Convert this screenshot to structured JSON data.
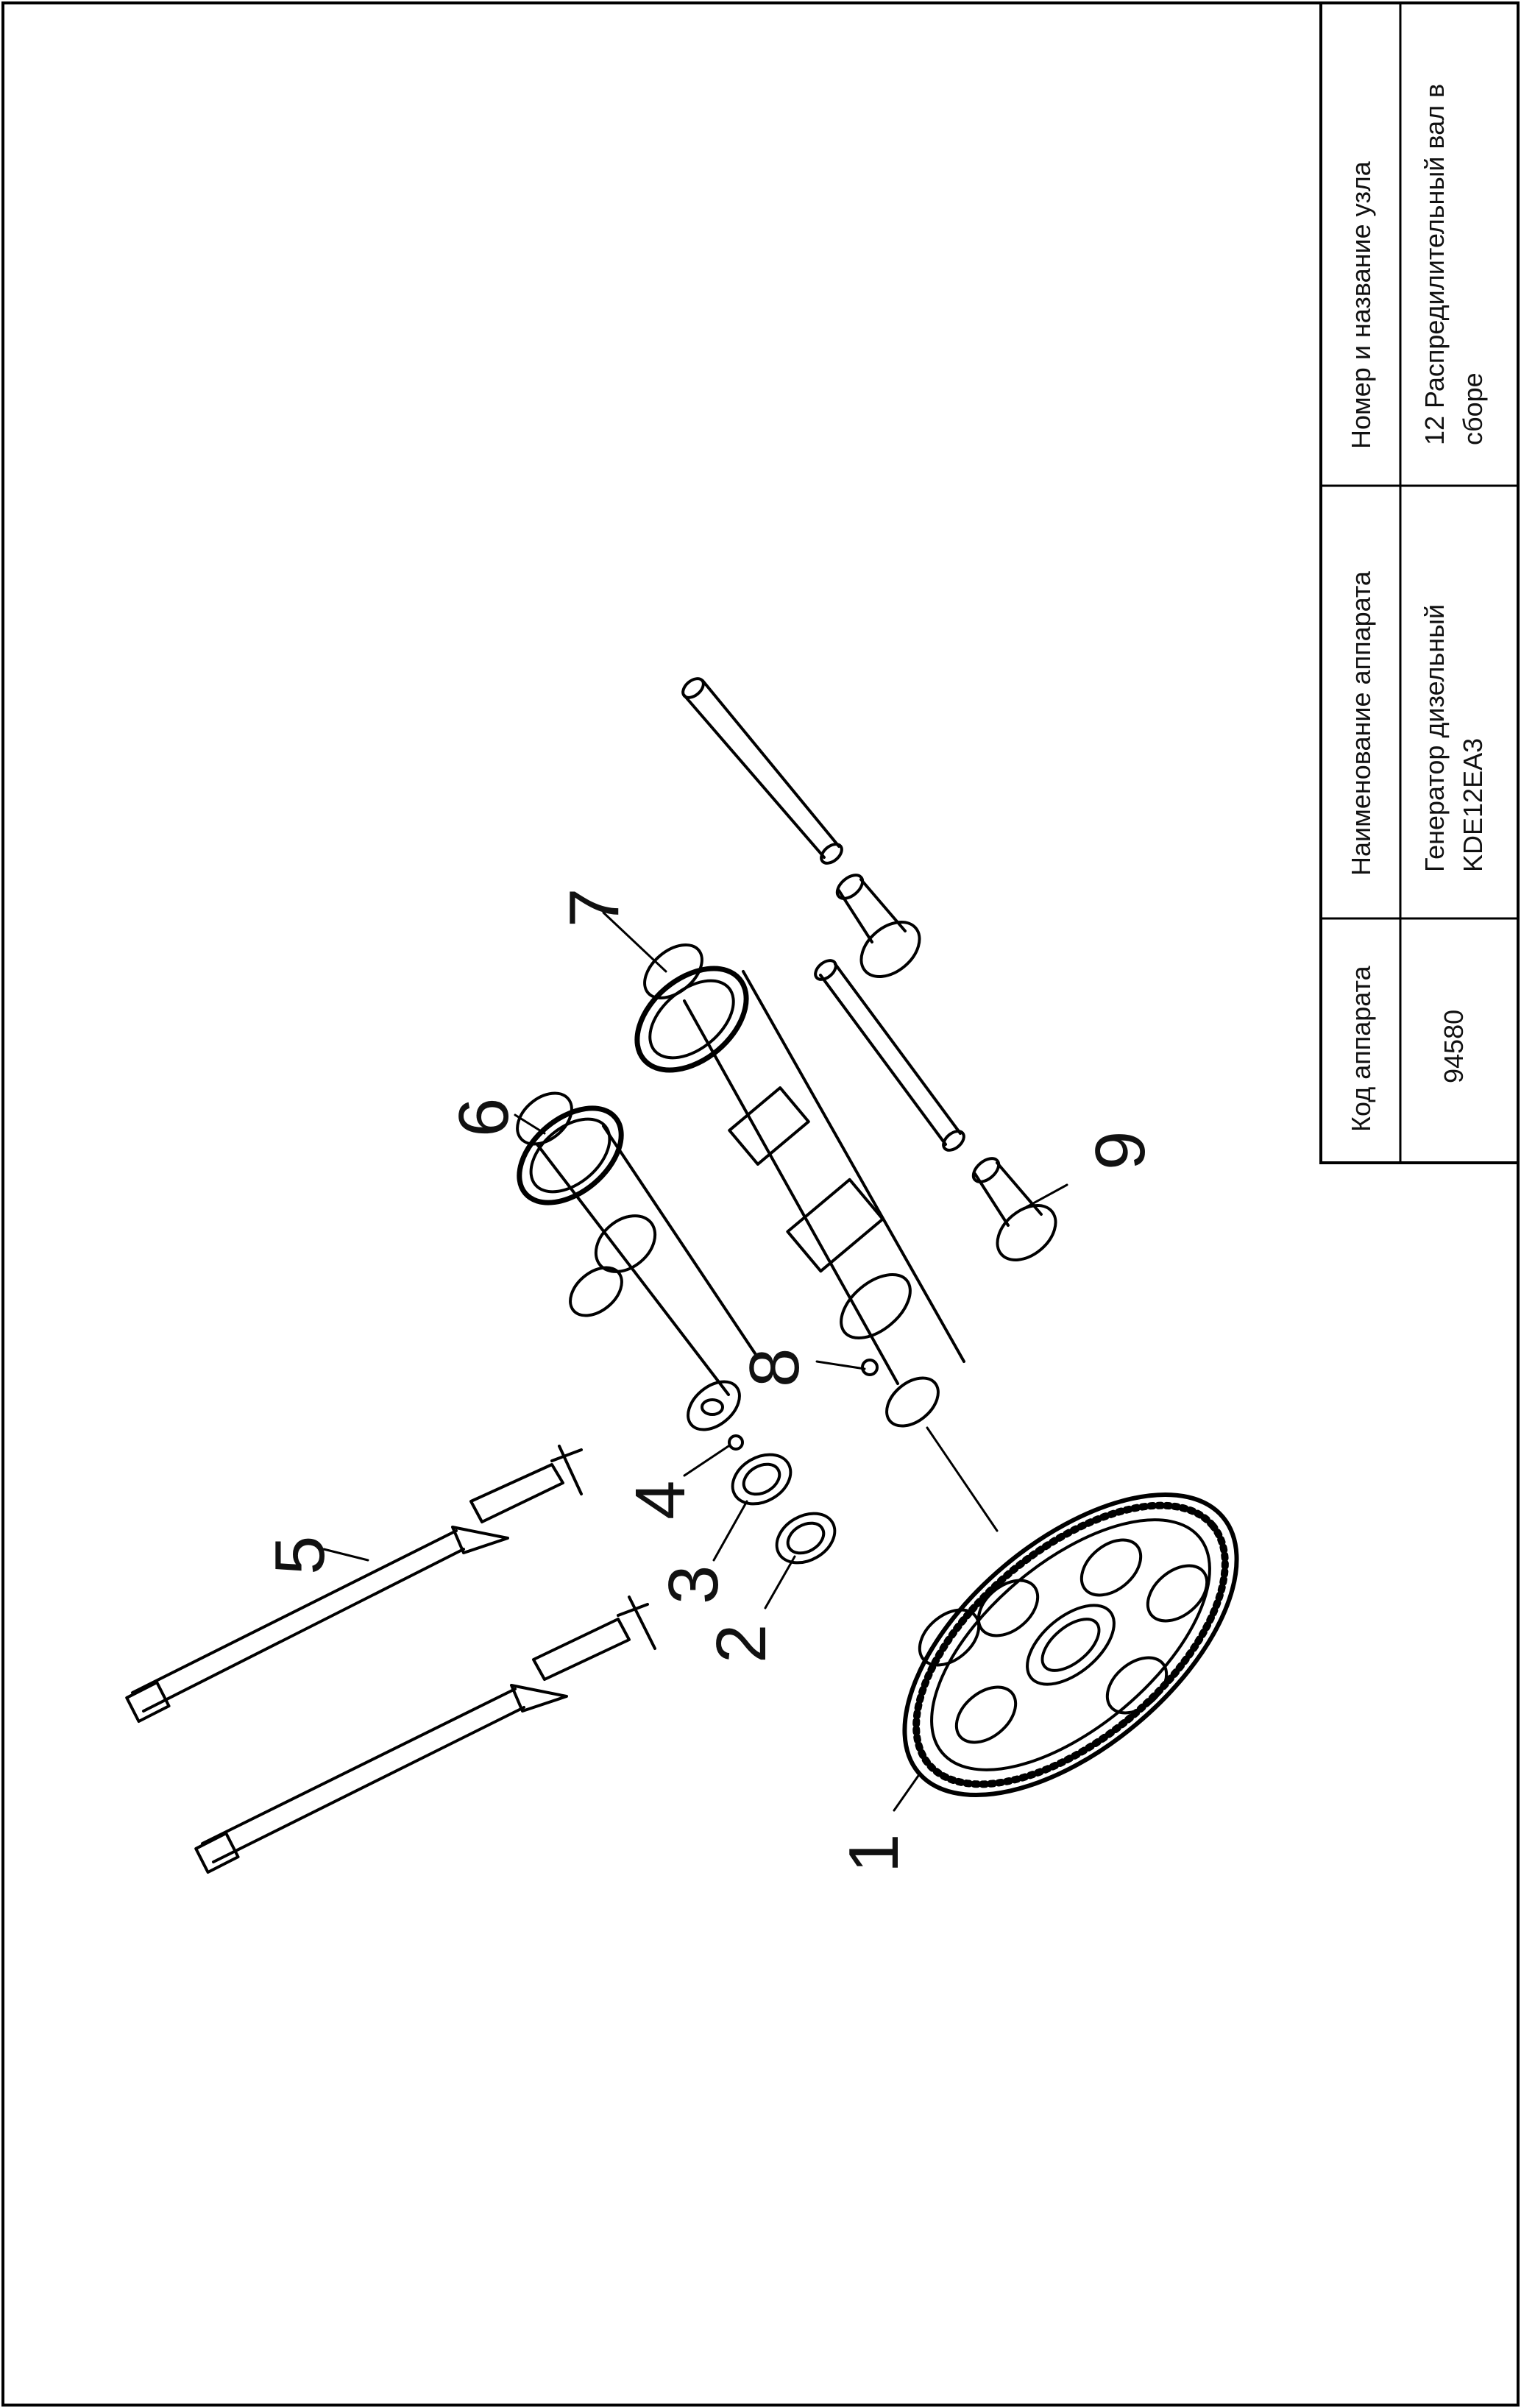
{
  "title_block": {
    "col_code": {
      "header": "Код аппарата",
      "value": "94580"
    },
    "col_name": {
      "header": "Наименование аппарата",
      "value_line1": "Генератор дизельный",
      "value_line2": "KDE12EA3"
    },
    "col_unit": {
      "header": "Номер и название узла",
      "value_line1": "12 Распредилительный вал в",
      "value_line2": "сборе"
    }
  },
  "callouts": [
    {
      "id": "part-1",
      "label": "1"
    },
    {
      "id": "part-2",
      "label": "2"
    },
    {
      "id": "part-3",
      "label": "3"
    },
    {
      "id": "part-4",
      "label": "4"
    },
    {
      "id": "part-5",
      "label": "5"
    },
    {
      "id": "part-6",
      "label": "6"
    },
    {
      "id": "part-7",
      "label": "7"
    },
    {
      "id": "part-8",
      "label": "8"
    },
    {
      "id": "part-9",
      "label": "9"
    }
  ]
}
